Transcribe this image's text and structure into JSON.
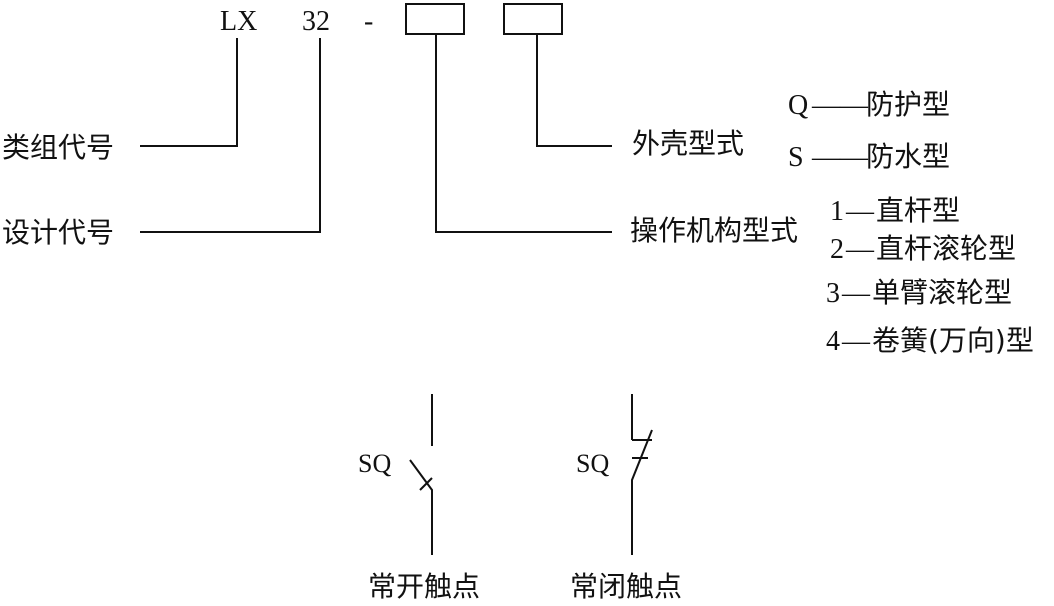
{
  "model_code": {
    "prefix": "LX",
    "series": "32",
    "dash": "-"
  },
  "labels": {
    "class_group_code": "类组代号",
    "design_code": "设计代号",
    "housing_type": "外壳型式",
    "actuator_type": "操作机构型式"
  },
  "housing_options": [
    {
      "code": "Q",
      "sep": "——",
      "name": "防护型"
    },
    {
      "code": "S",
      "sep": "——",
      "name": "防水型"
    }
  ],
  "actuator_options": [
    {
      "code": "1",
      "sep": "—",
      "name": "直杆型"
    },
    {
      "code": "2",
      "sep": "—",
      "name": "直杆滚轮型"
    },
    {
      "code": "3",
      "sep": "—",
      "name": "单臂滚轮型"
    },
    {
      "code": "4",
      "sep": "—",
      "name": "卷簧(万向)型"
    }
  ],
  "symbols": {
    "no_contact": {
      "designator": "SQ",
      "caption": "常开触点"
    },
    "nc_contact": {
      "designator": "SQ",
      "caption": "常闭触点"
    }
  }
}
